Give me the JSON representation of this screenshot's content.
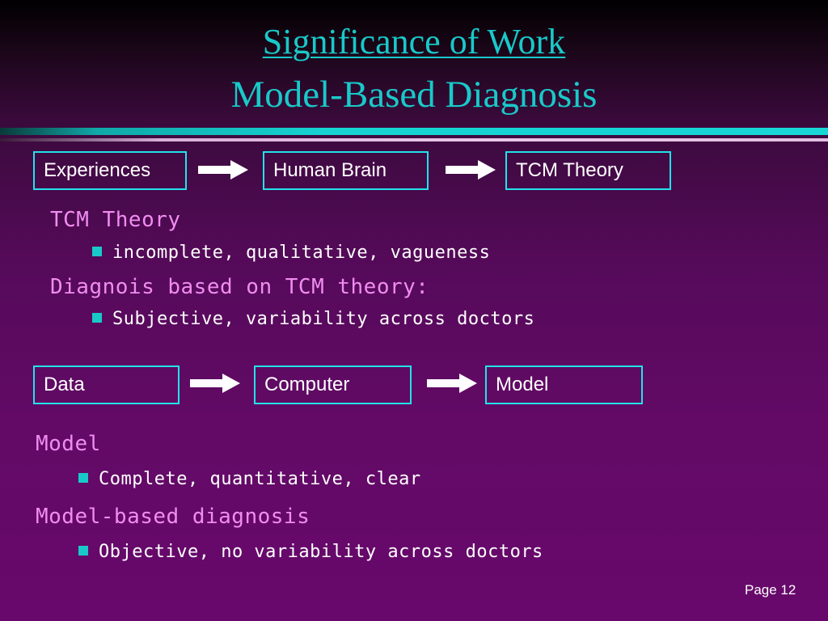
{
  "title": {
    "line1": "Significance of Work",
    "line2": "Model-Based Diagnosis"
  },
  "flow_top": {
    "boxes": [
      "Experiences",
      "Human Brain",
      "TCM Theory"
    ]
  },
  "section_top": {
    "heading1": "TCM Theory",
    "bullet1": "incomplete, qualitative, vagueness",
    "heading2": "Diagnois based on TCM theory:",
    "bullet2": "Subjective, variability across doctors"
  },
  "flow_bottom": {
    "boxes": [
      "Data",
      "Computer",
      "Model"
    ]
  },
  "section_bottom": {
    "heading1": "Model",
    "bullet1": "Complete, quantitative, clear",
    "heading2": "Model-based diagnosis",
    "bullet2": "Objective, no variability across doctors"
  },
  "footer": {
    "page": "Page 12"
  },
  "colors": {
    "accent_cyan": "#19c9c9",
    "box_border": "#21e3ea",
    "heading_pink": "#f08cf0",
    "background": "#620a66"
  }
}
